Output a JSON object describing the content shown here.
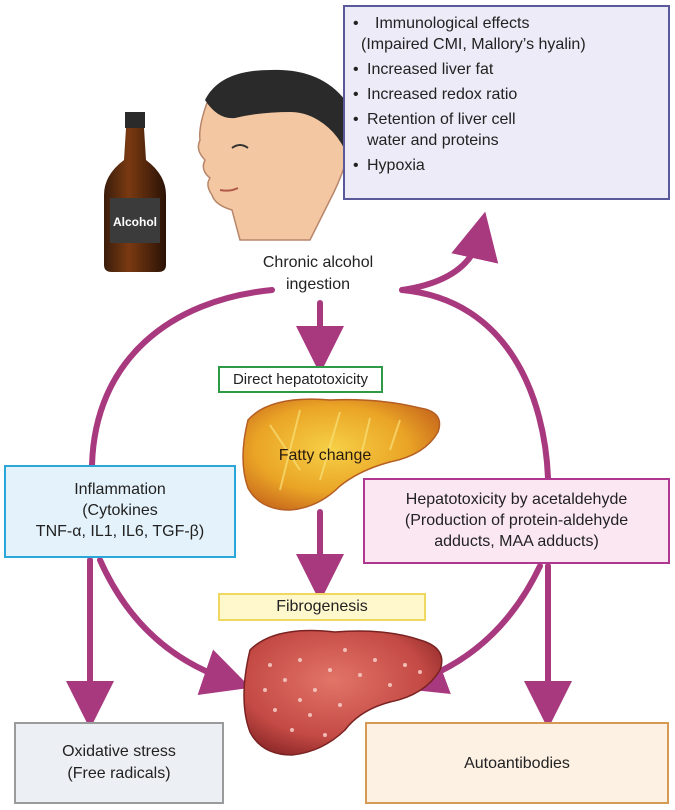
{
  "effects": {
    "items": [
      {
        "line1": "Immunological effects",
        "line2": "(Impaired CMI, Mallory’s hyalin)"
      },
      {
        "line1": "Increased liver fat",
        "line2": ""
      },
      {
        "line1": "Increased redox ratio",
        "line2": ""
      },
      {
        "line1": "Retention of liver cell",
        "line2": "water and proteins"
      },
      {
        "line1": "Hypoxia",
        "line2": ""
      }
    ]
  },
  "bottle_label": "Alcohol",
  "chronic": {
    "line1": "Chronic alcohol",
    "line2": "ingestion"
  },
  "direct_hepatotoxicity": "Direct hepatotoxicity",
  "fatty_change": "Fatty change",
  "inflammation": {
    "line1": "Inflammation",
    "line2": "(Cytokines",
    "line3": "TNF-α, IL1, IL6, TGF-β)"
  },
  "acetaldehyde": {
    "line1": "Hepatotoxicity by acetaldehyde",
    "line2": "(Production of protein-aldehyde",
    "line3": "adducts, MAA adducts)"
  },
  "fibrogenesis": "Fibrogenesis",
  "oxidative": {
    "line1": "Oxidative stress",
    "line2": "(Free radicals)"
  },
  "autoantibodies": "Autoantibodies",
  "colors": {
    "arrow": "#a8397f",
    "effects_border": "#5a5a9a",
    "effects_fill": "#ecebf7",
    "direct_border": "#2e9a46",
    "inflammation_border": "#2aa7d8",
    "acetaldehyde_border": "#b0378f",
    "fibro_border": "#f0d860",
    "oxidative_border": "#9b9b9b",
    "auto_border": "#d79a55",
    "liver_fatty": "#e8a12a",
    "liver_cirrhotic": "#c64a4a"
  }
}
